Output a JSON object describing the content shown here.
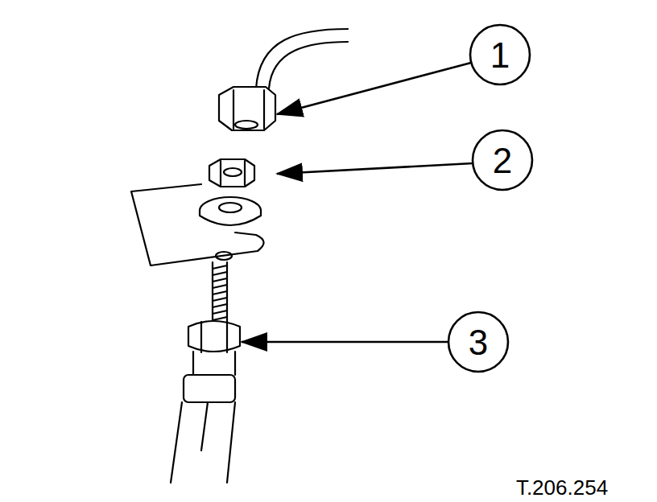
{
  "diagram": {
    "labels": [
      "1",
      "2",
      "3",
      "T.206.254"
    ]
  }
}
